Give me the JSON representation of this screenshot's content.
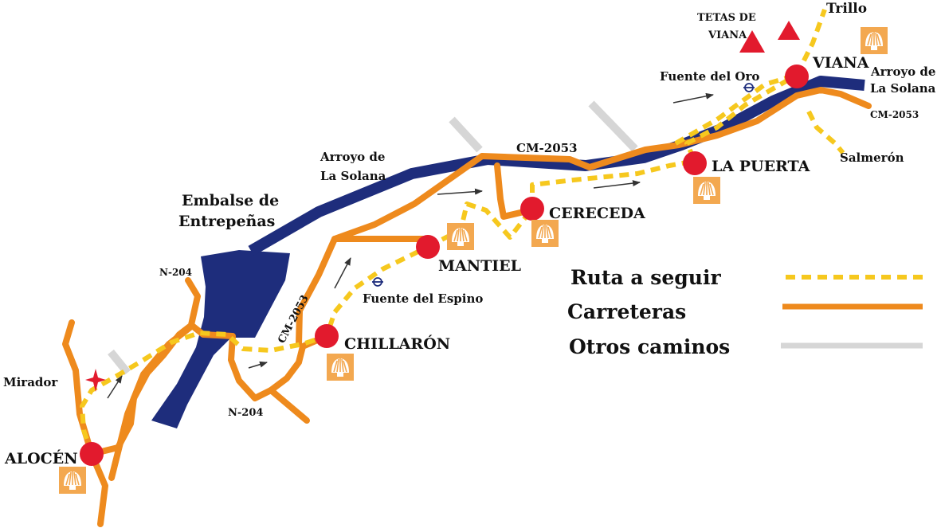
{
  "colors": {
    "route": "#f6c81e",
    "road": "#ee8a1d",
    "other_paths": "#d6d6d6",
    "river": "#1e2d7c",
    "town_marker": "#e21a2d",
    "peak": "#e21a2d",
    "shell_badge": "#f3a850"
  },
  "towns": {
    "alocen": "ALOCÉN",
    "chillaron": "CHILLARÓN",
    "mantiel": "MANTIEL",
    "cereceda": "CERECEDA",
    "la_puerta": "LA PUERTA",
    "viana": "VIANA"
  },
  "labels": {
    "mirador": "Mirador",
    "embalse_line1": "Embalse de",
    "embalse_line2": "Entrepeñas",
    "arroyo_mid_line1": "Arroyo de",
    "arroyo_mid_line2": "La Solana",
    "arroyo_east_line1": "Arroyo de",
    "arroyo_east_line2": "La Solana",
    "cm2053_top": "CM-2053",
    "cm2053_east": "CM-2053",
    "cm2053_rotated": "CM-2053",
    "n204_top": "N-204",
    "n204_bottom": "N-204",
    "fuente_espino": "Fuente del Espino",
    "fuente_oro": "Fuente del Oro",
    "tetas_line1": "TETAS DE",
    "tetas_line2": "VIANA",
    "trillo": "Trillo",
    "salmeron": "Salmerón"
  },
  "icons": {
    "pilgrim_shell": "scallop-shell-icon",
    "spring": "spring-icon",
    "viewpoint": "star-icon",
    "peak": "triangle-peak-icon",
    "direction": "arrow-icon"
  },
  "legend": {
    "items": [
      {
        "label": "Ruta a seguir",
        "style": "dashed",
        "color": "#f6c81e"
      },
      {
        "label": "Carreteras",
        "style": "solid",
        "color": "#ee8a1d"
      },
      {
        "label": "Otros caminos",
        "style": "solid",
        "color": "#d6d6d6"
      }
    ]
  }
}
